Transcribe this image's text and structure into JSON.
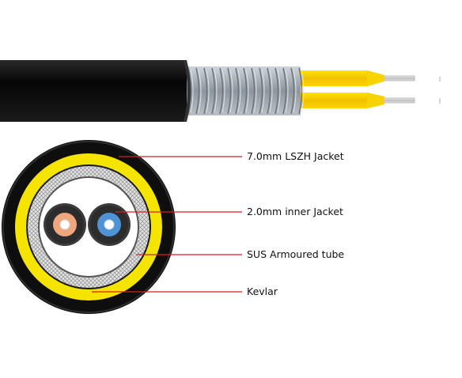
{
  "labels": {
    "outer_jacket": "7.0mm LSZH Jacket",
    "inner_jacket": "2.0mm inner Jacket",
    "armoured_tube": "SUS Armoured tube",
    "kevlar": "Kevlar"
  },
  "colors": {
    "outer_jacket": "#111111",
    "kevlar": "#f2e600",
    "armour": "#a9b2bb",
    "inner_jacket": "#f2c900",
    "fiber_left": "#f0a77e",
    "fiber_right": "#4e93d6",
    "leader_line": "#d81f26"
  }
}
